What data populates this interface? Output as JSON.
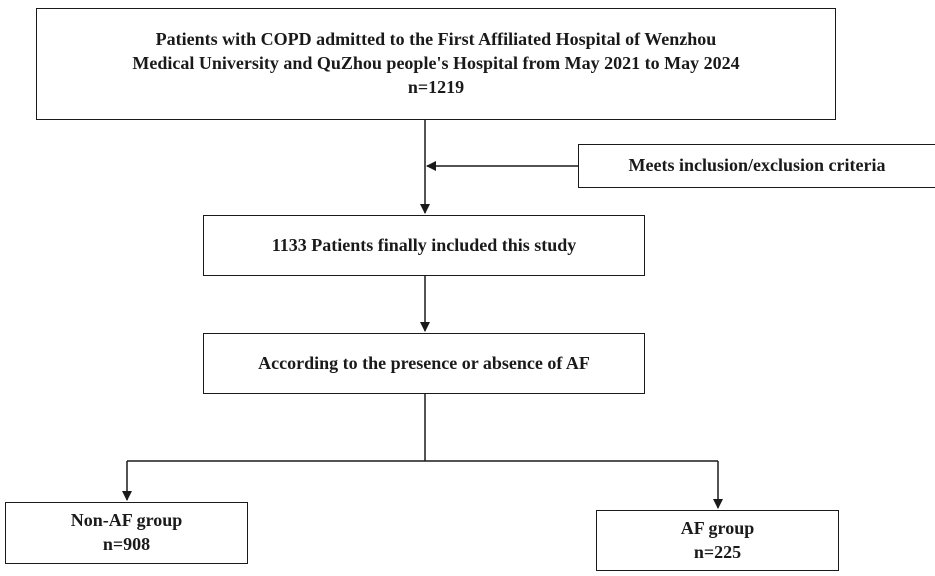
{
  "flowchart": {
    "source_population": {
      "line1": "Patients with COPD admitted to the First Affiliated Hospital of Wenzhou",
      "line2": "Medical University and QuZhou people's Hospital from May 2021 to May 2024",
      "count": "n=1219"
    },
    "criteria": {
      "label": "Meets inclusion/exclusion criteria"
    },
    "included": {
      "label": "1133 Patients finally included this study"
    },
    "grouping": {
      "label": "According to the presence or absence of AF"
    },
    "groups": [
      {
        "name": "Non-AF group",
        "count": "n=908"
      },
      {
        "name": "AF group",
        "count": "n=225"
      }
    ]
  },
  "colors": {
    "stroke": "#1a1a1a",
    "background": "#ffffff"
  }
}
